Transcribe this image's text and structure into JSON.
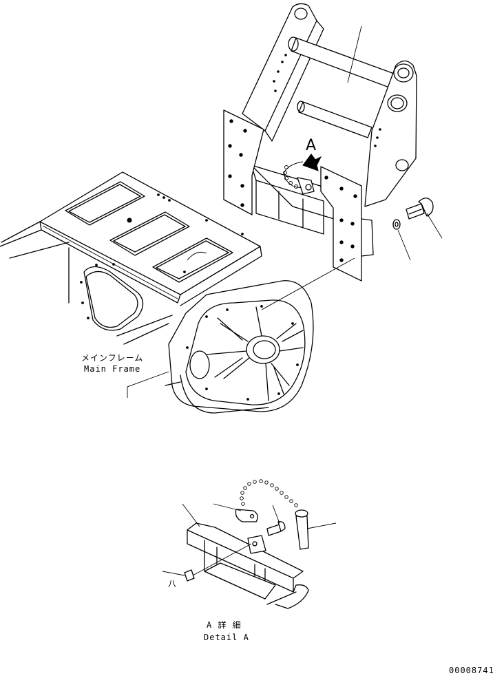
{
  "labels": {
    "main_frame_jp": "メインフレーム",
    "main_frame_en": "Main Frame",
    "view_marker": "A",
    "detail_jp": "A 詳 細",
    "detail_en": "Detail A",
    "part_mark": "八",
    "drawing_number": "00008741"
  }
}
